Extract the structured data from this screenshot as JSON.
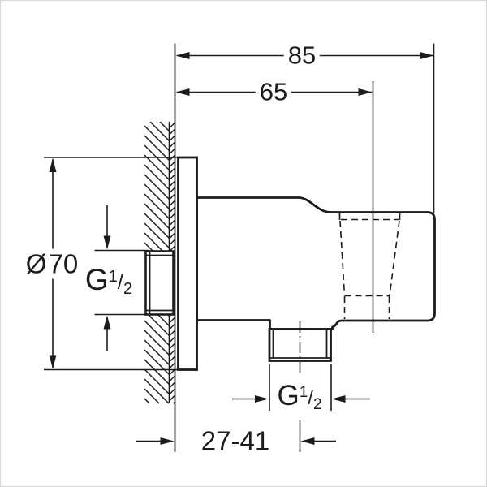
{
  "dimensions": {
    "overall_depth": "85",
    "holder_depth": "65",
    "flange_diameter": {
      "symbol": "Ø",
      "value": "70"
    },
    "inlet_thread": {
      "letter": "G",
      "numerator": "1",
      "slash": "/",
      "denominator": "2"
    },
    "outlet_thread": {
      "letter": "G",
      "numerator": "1",
      "slash": "/",
      "denominator": "2"
    },
    "wall_distance_range": "27-41"
  },
  "colors": {
    "line": "#1c1c1c",
    "background": "#ffffff"
  }
}
